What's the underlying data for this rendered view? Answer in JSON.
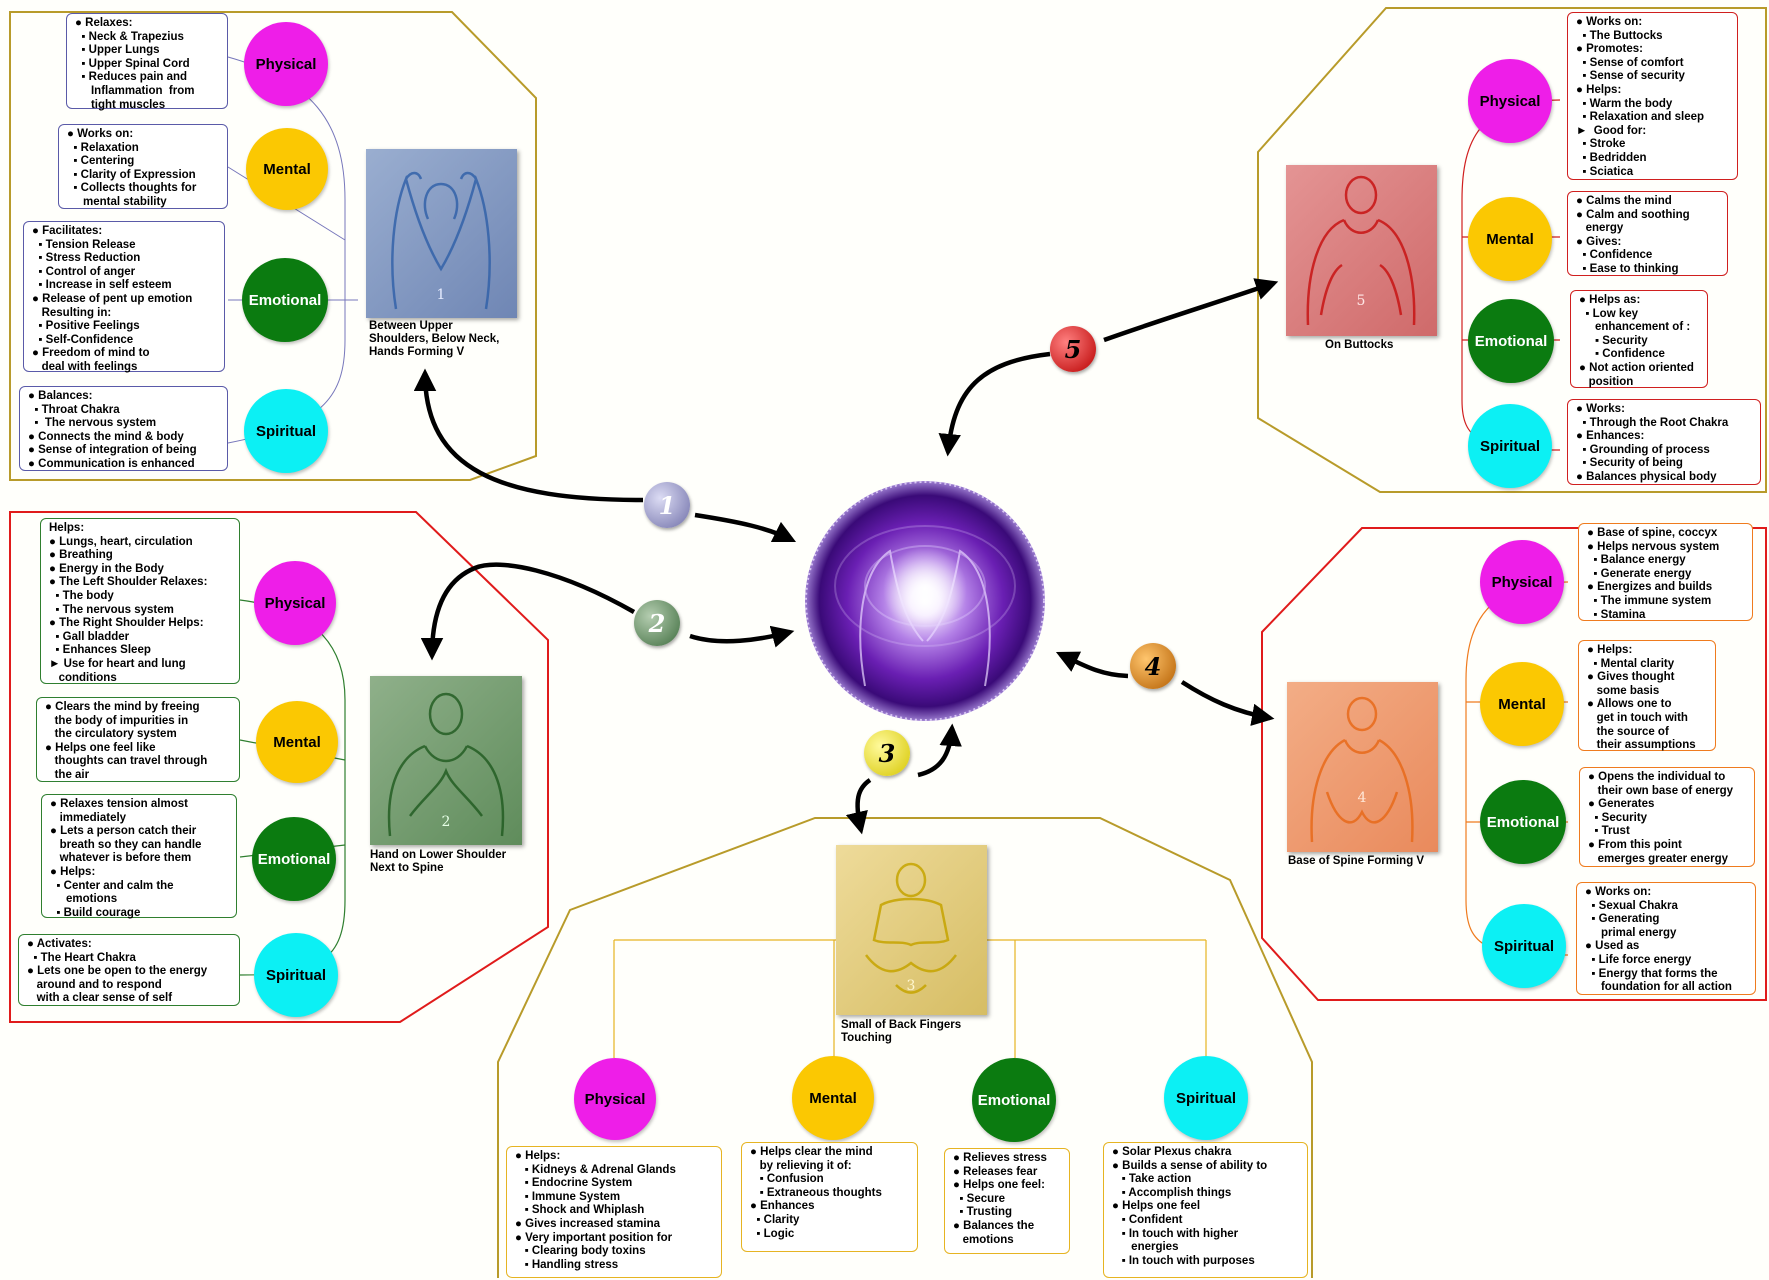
{
  "colors": {
    "gold": "#b89b2a",
    "red": "#e01b1b",
    "green": "#3f7f3f",
    "orange": "#ef7b1e"
  },
  "central": {
    "label": ""
  },
  "steps": [
    "1",
    "2",
    "3",
    "4",
    "5"
  ],
  "quadrants": [
    {
      "number": "1",
      "pose_caption": [
        "Between Upper",
        "Shoulders, Below Neck,",
        "Hands Forming V"
      ],
      "circles": {
        "physical": "Physical",
        "mental": "Mental",
        "emotional": "Emotional",
        "spiritual": "Spiritual"
      },
      "boxes": {
        "physical": [
          "● Relaxes:",
          "  ▪ Neck & Trapezius",
          "  ▪ Upper Lungs",
          "  ▪ Upper Spinal Cord",
          "  ▪ Reduces pain and",
          "     Inflammation  from",
          "     tight muscles"
        ],
        "mental": [
          "● Works on:",
          "  ▪ Relaxation",
          "  ▪ Centering",
          "  ▪ Clarity of Expression",
          "  ▪ Collects thoughts for",
          "     mental stability"
        ],
        "emotional": [
          "● Facilitates:",
          "  ▪ Tension Release",
          "  ▪ Stress Reduction",
          "  ▪ Control of anger",
          "  ▪ Increase in self esteem",
          "● Release of pent up emotion",
          "   Resulting in:",
          "  ▪ Positive Feelings",
          "  ▪ Self-Confidence",
          "● Freedom of mind to",
          "   deal with feelings"
        ],
        "spiritual": [
          "● Balances:",
          "  ▪ Throat Chakra",
          "  ▪  The nervous system",
          "● Connects the mind & body",
          "● Sense of integration of being",
          "● Communication is enhanced"
        ]
      }
    },
    {
      "number": "2",
      "pose_caption": [
        "Hand on Lower Shoulder",
        "Next to Spine"
      ],
      "circles": {
        "physical": "Physical",
        "mental": "Mental",
        "emotional": "Emotional",
        "spiritual": "Spiritual"
      },
      "boxes": {
        "physical": [
          "Helps:",
          "● Lungs, heart, circulation",
          "● Breathing",
          "● Energy in the Body",
          "● The Left Shoulder Relaxes:",
          "  ▪ The body",
          "  ▪ The nervous system",
          "● The Right Shoulder Helps:",
          "  ▪ Gall bladder",
          "  ▪ Enhances Sleep",
          "► Use for heart and lung",
          "   conditions"
        ],
        "mental": [
          "● Clears the mind by freeing",
          "   the body of impurities in",
          "   the circulatory system",
          "● Helps one feel like",
          "   thoughts can travel through",
          "   the air"
        ],
        "emotional": [
          "● Relaxes tension almost",
          "   immediately",
          "● Lets a person catch their",
          "   breath so they can handle",
          "   whatever is before them",
          "● Helps:",
          "  ▪ Center and calm the",
          "     emotions",
          "  ▪ Build courage"
        ],
        "spiritual": [
          "● Activates:",
          "  ▪ The Heart Chakra",
          "● Lets one be open to the energy",
          "   around and to respond",
          "   with a clear sense of self"
        ]
      }
    },
    {
      "number": "3",
      "pose_caption": [
        "Small of Back Fingers",
        "Touching"
      ],
      "circles": {
        "physical": "Physical",
        "mental": "Mental",
        "emotional": "Emotional",
        "spiritual": "Spiritual"
      },
      "boxes": {
        "physical": [
          "● Helps:",
          "   ▪ Kidneys & Adrenal Glands",
          "   ▪ Endocrine System",
          "   ▪ Immune System",
          "   ▪ Shock and Whiplash",
          "● Gives increased stamina",
          "● Very important position for",
          "   ▪ Clearing body toxins",
          "   ▪ Handling stress"
        ],
        "mental": [
          "● Helps clear the mind",
          "   by relieving it of:",
          "   ▪ Confusion",
          "   ▪ Extraneous thoughts",
          "● Enhances",
          "  ▪ Clarity",
          "  ▪ Logic"
        ],
        "emotional": [
          "● Relieves stress",
          "● Releases fear",
          "● Helps one feel:",
          "  ▪ Secure",
          "  ▪ Trusting",
          "● Balances the",
          "   emotions"
        ],
        "spiritual": [
          "● Solar Plexus chakra",
          "● Builds a sense of ability to",
          "   ▪ Take action",
          "   ▪ Accomplish things",
          "● Helps one feel",
          "   ▪ Confident",
          "   ▪ In touch with higher",
          "      energies",
          "   ▪ In touch with purposes"
        ]
      }
    },
    {
      "number": "4",
      "pose_caption": [
        "Base of Spine Forming V"
      ],
      "circles": {
        "physical": "Physical",
        "mental": "Mental",
        "emotional": "Emotional",
        "spiritual": "Spiritual"
      },
      "boxes": {
        "physical": [
          "● Base of spine, coccyx",
          "● Helps nervous system",
          "  ▪ Balance energy",
          "  ▪ Generate energy",
          "● Energizes and builds",
          "  ▪ The immune system",
          "  ▪ Stamina"
        ],
        "mental": [
          "● Helps:",
          "  ▪ Mental clarity",
          "● Gives thought",
          "   some basis",
          "● Allows one to",
          "   get in touch with",
          "   the source of",
          "   their assumptions"
        ],
        "emotional": [
          "● Opens the individual to",
          "   their own base of energy",
          "● Generates",
          "  ▪ Security",
          "  ▪ Trust",
          "● From this point",
          "   emerges greater energy"
        ],
        "spiritual": [
          "● Works on:",
          "  ▪ Sexual Chakra",
          "  ▪ Generating",
          "     primal energy",
          "● Used as",
          "  ▪ Life force energy",
          "  ▪ Energy that forms the",
          "     foundation for all action"
        ]
      }
    },
    {
      "number": "5",
      "pose_caption": [
        "On Buttocks"
      ],
      "circles": {
        "physical": "Physical",
        "mental": "Mental",
        "emotional": "Emotional",
        "spiritual": "Spiritual"
      },
      "boxes": {
        "physical": [
          "● Works on:",
          "  ▪ The Buttocks",
          "● Promotes:",
          "  ▪ Sense of comfort",
          "  ▪ Sense of security",
          "● Helps:",
          "  ▪ Warm the body",
          "  ▪ Relaxation and sleep",
          "►  Good for:",
          "  ▪ Stroke",
          "  ▪ Bedridden",
          "  ▪ Sciatica"
        ],
        "mental": [
          "● Calms the mind",
          "● Calm and soothing",
          "   energy",
          "● Gives:",
          "  ▪ Confidence",
          "  ▪ Ease to thinking"
        ],
        "emotional": [
          "● Helps as:",
          "  ▪ Low key",
          "     enhancement of :",
          "     ▪ Security",
          "     ▪ Confidence",
          "● Not action oriented",
          "   position"
        ],
        "spiritual": [
          "● Works:",
          "  ▪ Through the Root Chakra",
          "● Enhances:",
          "  ▪ Grounding of process",
          "  ▪ Security of being",
          "● Balances physical body"
        ]
      }
    }
  ]
}
